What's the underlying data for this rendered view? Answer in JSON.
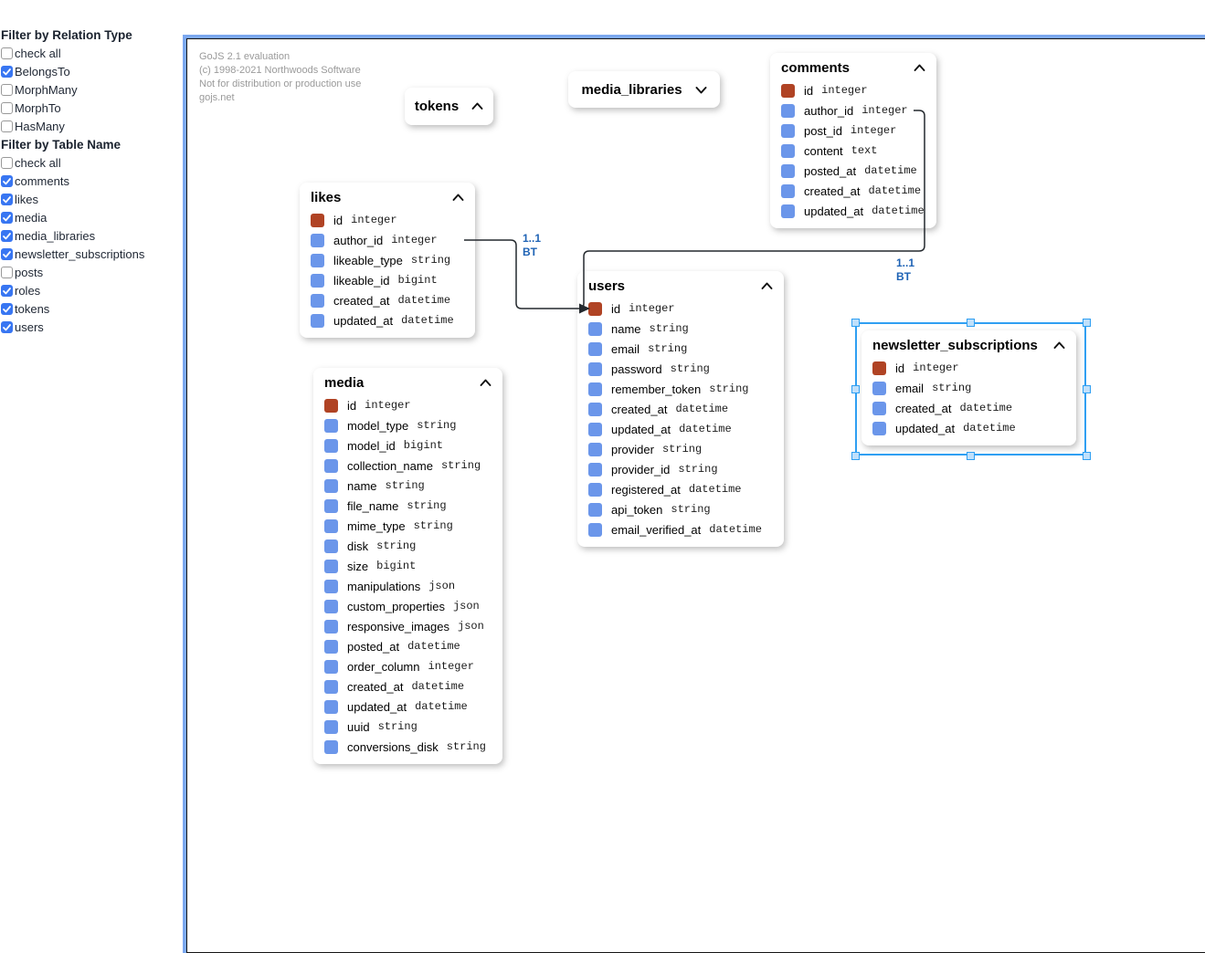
{
  "sidebar": {
    "relation_filter_title": "Filter by Relation Type",
    "relation_filters": [
      {
        "label": "check all",
        "checked": false
      },
      {
        "label": "BelongsTo",
        "checked": true
      },
      {
        "label": "MorphMany",
        "checked": false
      },
      {
        "label": "MorphTo",
        "checked": false
      },
      {
        "label": "HasMany",
        "checked": false
      }
    ],
    "table_filter_title": "Filter by Table Name",
    "table_filters": [
      {
        "label": "check all",
        "checked": false
      },
      {
        "label": "comments",
        "checked": true
      },
      {
        "label": "likes",
        "checked": true
      },
      {
        "label": "media",
        "checked": true
      },
      {
        "label": "media_libraries",
        "checked": true
      },
      {
        "label": "newsletter_subscriptions",
        "checked": true
      },
      {
        "label": "posts",
        "checked": false
      },
      {
        "label": "roles",
        "checked": true
      },
      {
        "label": "tokens",
        "checked": true
      },
      {
        "label": "users",
        "checked": true
      }
    ]
  },
  "watermark": {
    "lines": [
      "GoJS 2.1 evaluation",
      "(c) 1998-2021 Northwoods Software",
      "Not for distribution or production use",
      "gojs.net"
    ]
  },
  "diagram": {
    "selected_table": "newsletter_subscriptions",
    "tables": [
      {
        "name": "tokens",
        "collapsed": true,
        "chevron": "up",
        "fields": []
      },
      {
        "name": "media_libraries",
        "collapsed": true,
        "chevron": "down",
        "fields": []
      },
      {
        "name": "comments",
        "collapsed": false,
        "chevron": "up",
        "fields": [
          {
            "name": "id",
            "type": "integer",
            "key": true
          },
          {
            "name": "author_id",
            "type": "integer",
            "key": false
          },
          {
            "name": "post_id",
            "type": "integer",
            "key": false
          },
          {
            "name": "content",
            "type": "text",
            "key": false
          },
          {
            "name": "posted_at",
            "type": "datetime",
            "key": false
          },
          {
            "name": "created_at",
            "type": "datetime",
            "key": false
          },
          {
            "name": "updated_at",
            "type": "datetime",
            "key": false
          }
        ]
      },
      {
        "name": "likes",
        "collapsed": false,
        "chevron": "up",
        "fields": [
          {
            "name": "id",
            "type": "integer",
            "key": true
          },
          {
            "name": "author_id",
            "type": "integer",
            "key": false
          },
          {
            "name": "likeable_type",
            "type": "string",
            "key": false
          },
          {
            "name": "likeable_id",
            "type": "bigint",
            "key": false
          },
          {
            "name": "created_at",
            "type": "datetime",
            "key": false
          },
          {
            "name": "updated_at",
            "type": "datetime",
            "key": false
          }
        ]
      },
      {
        "name": "users",
        "collapsed": false,
        "chevron": "up",
        "fields": [
          {
            "name": "id",
            "type": "integer",
            "key": true
          },
          {
            "name": "name",
            "type": "string",
            "key": false
          },
          {
            "name": "email",
            "type": "string",
            "key": false
          },
          {
            "name": "password",
            "type": "string",
            "key": false
          },
          {
            "name": "remember_token",
            "type": "string",
            "key": false
          },
          {
            "name": "created_at",
            "type": "datetime",
            "key": false
          },
          {
            "name": "updated_at",
            "type": "datetime",
            "key": false
          },
          {
            "name": "provider",
            "type": "string",
            "key": false
          },
          {
            "name": "provider_id",
            "type": "string",
            "key": false
          },
          {
            "name": "registered_at",
            "type": "datetime",
            "key": false
          },
          {
            "name": "api_token",
            "type": "string",
            "key": false
          },
          {
            "name": "email_verified_at",
            "type": "datetime",
            "key": false
          }
        ]
      },
      {
        "name": "media",
        "collapsed": false,
        "chevron": "up",
        "fields": [
          {
            "name": "id",
            "type": "integer",
            "key": true
          },
          {
            "name": "model_type",
            "type": "string",
            "key": false
          },
          {
            "name": "model_id",
            "type": "bigint",
            "key": false
          },
          {
            "name": "collection_name",
            "type": "string",
            "key": false
          },
          {
            "name": "name",
            "type": "string",
            "key": false
          },
          {
            "name": "file_name",
            "type": "string",
            "key": false
          },
          {
            "name": "mime_type",
            "type": "string",
            "key": false
          },
          {
            "name": "disk",
            "type": "string",
            "key": false
          },
          {
            "name": "size",
            "type": "bigint",
            "key": false
          },
          {
            "name": "manipulations",
            "type": "json",
            "key": false
          },
          {
            "name": "custom_properties",
            "type": "json",
            "key": false
          },
          {
            "name": "responsive_images",
            "type": "json",
            "key": false
          },
          {
            "name": "posted_at",
            "type": "datetime",
            "key": false
          },
          {
            "name": "order_column",
            "type": "integer",
            "key": false
          },
          {
            "name": "created_at",
            "type": "datetime",
            "key": false
          },
          {
            "name": "updated_at",
            "type": "datetime",
            "key": false
          },
          {
            "name": "uuid",
            "type": "string",
            "key": false
          },
          {
            "name": "conversions_disk",
            "type": "string",
            "key": false
          }
        ]
      },
      {
        "name": "newsletter_subscriptions",
        "collapsed": false,
        "chevron": "up",
        "fields": [
          {
            "name": "id",
            "type": "integer",
            "key": true
          },
          {
            "name": "email",
            "type": "string",
            "key": false
          },
          {
            "name": "created_at",
            "type": "datetime",
            "key": false
          },
          {
            "name": "updated_at",
            "type": "datetime",
            "key": false
          }
        ]
      }
    ],
    "links": [
      {
        "from": "likes.author_id",
        "to": "users.id",
        "multiplicity": "1..1",
        "relation": "BT"
      },
      {
        "from": "comments.author_id",
        "to": "users.id",
        "multiplicity": "1..1",
        "relation": "BT"
      }
    ],
    "colors": {
      "key_field": "#b04324",
      "field": "#6b96ea",
      "link_stroke": "#24292e",
      "link_label": "#1f63b5",
      "selection": "#2f9ff2",
      "selection_handle_fill": "#bfe0fb",
      "canvas_outline": "#7ba8f0",
      "checkbox_checked": "#3876f2"
    }
  }
}
